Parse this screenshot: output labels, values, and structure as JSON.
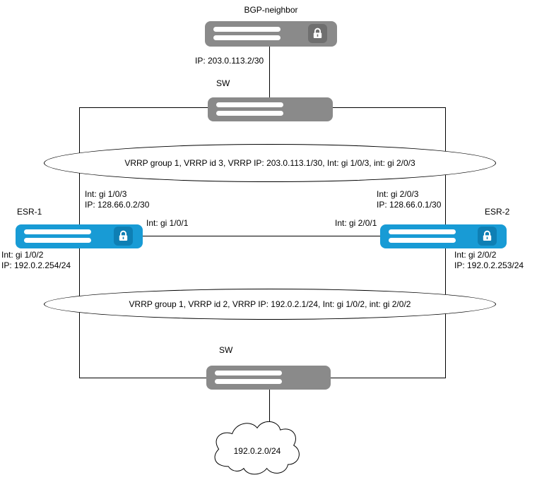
{
  "devices": {
    "bgp_neighbor": {
      "label": "BGP-neighbor",
      "ip": "IP: 203.0.113.2/30"
    },
    "sw_top": {
      "label": "SW"
    },
    "sw_bottom": {
      "label": "SW"
    },
    "esr1": {
      "label": "ESR-1",
      "uplink_int": "Int: gi 1/0/3",
      "uplink_ip": "IP: 128.66.0.2/30",
      "peer_int": "Int: gi 1/0/1",
      "lan_int": "Int: gi 1/0/2",
      "lan_ip": "IP: 192.0.2.254/24"
    },
    "esr2": {
      "label": "ESR-2",
      "uplink_int": "Int: gi 2/0/3",
      "uplink_ip": "IP: 128.66.0.1/30",
      "peer_int": "Int: gi 2/0/1",
      "lan_int": "Int: gi 2/0/2",
      "lan_ip": "IP: 192.0.2.253/24"
    }
  },
  "vrrp": {
    "top": "VRRP group 1, VRRP id 3, VRRP IP: 203.0.113.1/30, Int: gi 1/0/3, int: gi 2/0/3",
    "bottom": "VRRP group 1, VRRP id 2, VRRP IP: 192.0.2.1/24, Int: gi 1/0/2, int: gi 2/0/2"
  },
  "cloud": {
    "label": "192.0.2.0/24"
  },
  "colors": {
    "device_gray": "#8a8a8a",
    "device_blue": "#189bd5",
    "line": "#000000"
  }
}
